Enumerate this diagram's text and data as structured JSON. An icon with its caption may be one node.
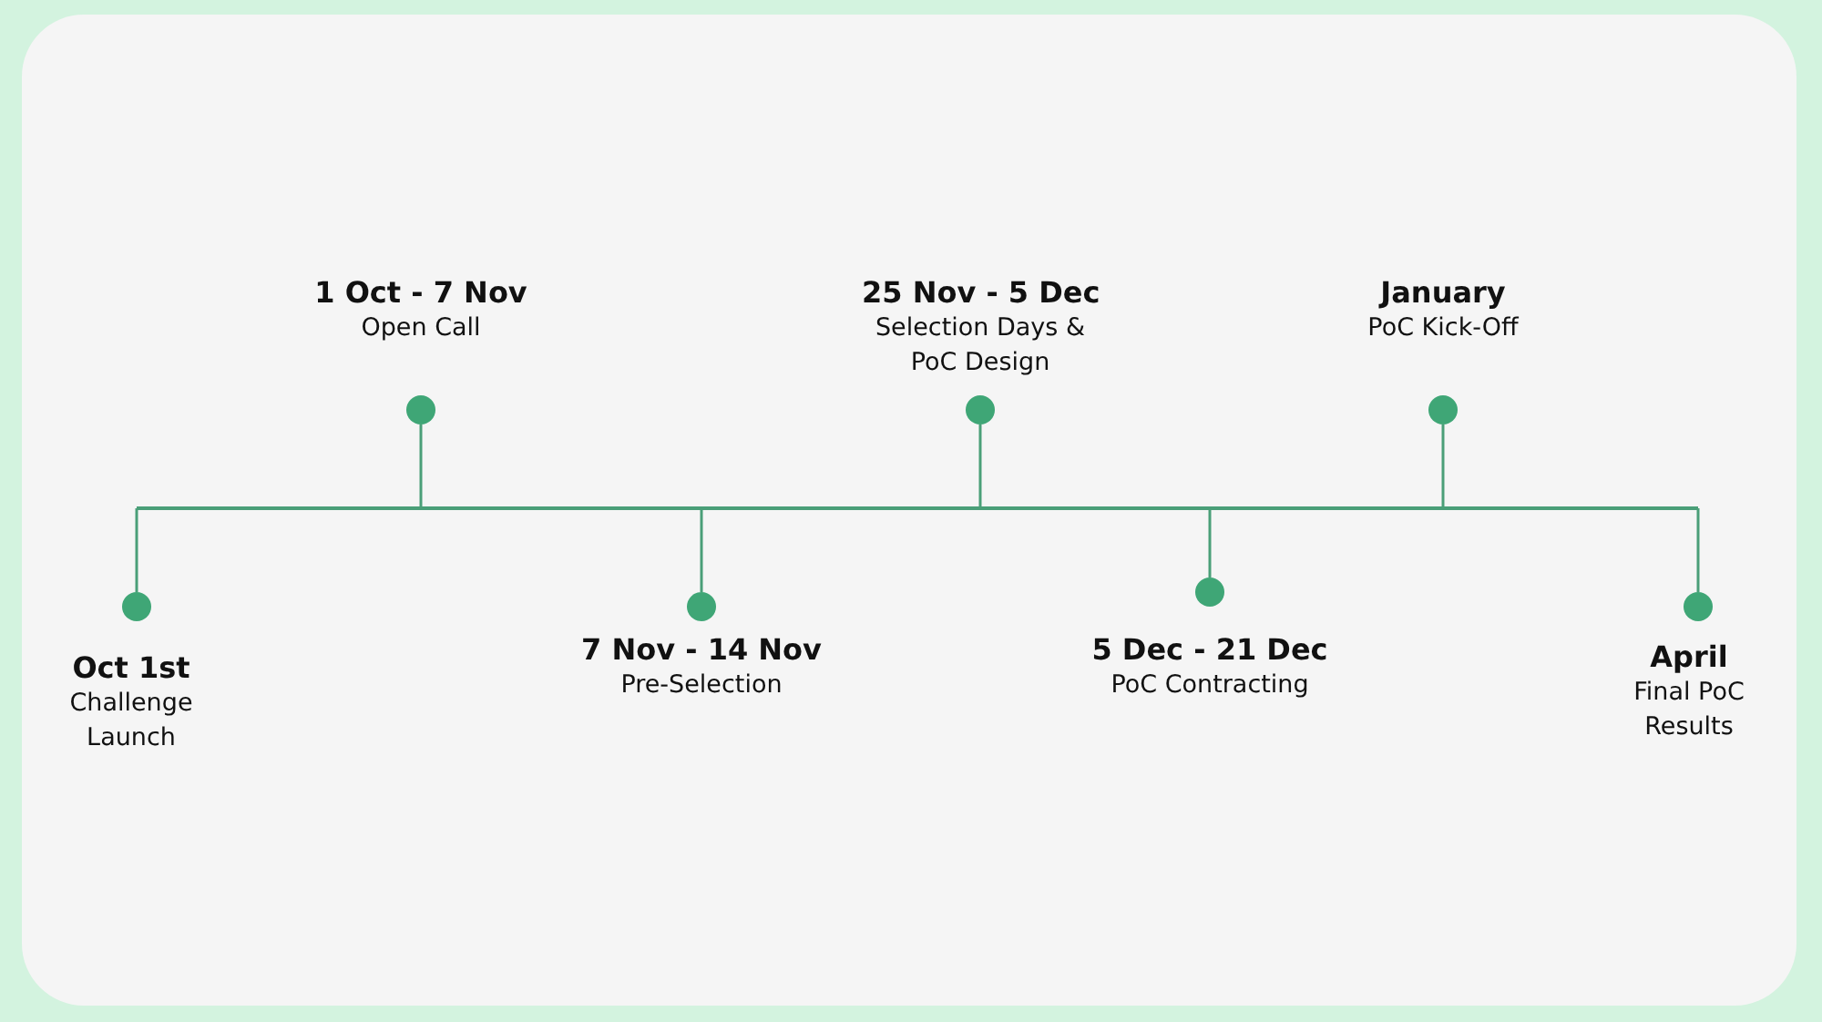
{
  "diagram": {
    "nodes": [
      {
        "text": [
          "Oct 1st",
          "Challenge Launch"
        ]
      },
      {
        "text": [
          "1 Oct - 7 Nov",
          "Open Call"
        ]
      },
      {
        "text": [
          "7 Nov - 14 Nov",
          "Pre-Selection"
        ]
      },
      {
        "text": [
          "25 Nov - 5 Dec",
          "Selection Days & PoC Design"
        ]
      },
      {
        "text": [
          "5 Dec - 21 Dec",
          "PoC Contracting"
        ]
      },
      {
        "text": [
          "January",
          "PoC Kick-Off"
        ]
      },
      {
        "text": [
          "April",
          "Final PoC Results"
        ]
      },
      {
        "text": [],
        "shape": "bar"
      }
    ],
    "edges": [
      {
        "from": 7,
        "to": 0,
        "arrow": "none"
      },
      {
        "from": 7,
        "to": 1,
        "arrow": "none"
      },
      {
        "from": 7,
        "to": 2,
        "arrow": "none"
      },
      {
        "from": 7,
        "to": 3,
        "arrow": "none"
      },
      {
        "from": 7,
        "to": 4,
        "arrow": "none"
      },
      {
        "from": 7,
        "to": 5,
        "arrow": "none"
      },
      {
        "from": 7,
        "to": 6,
        "arrow": "none"
      }
    ]
  }
}
